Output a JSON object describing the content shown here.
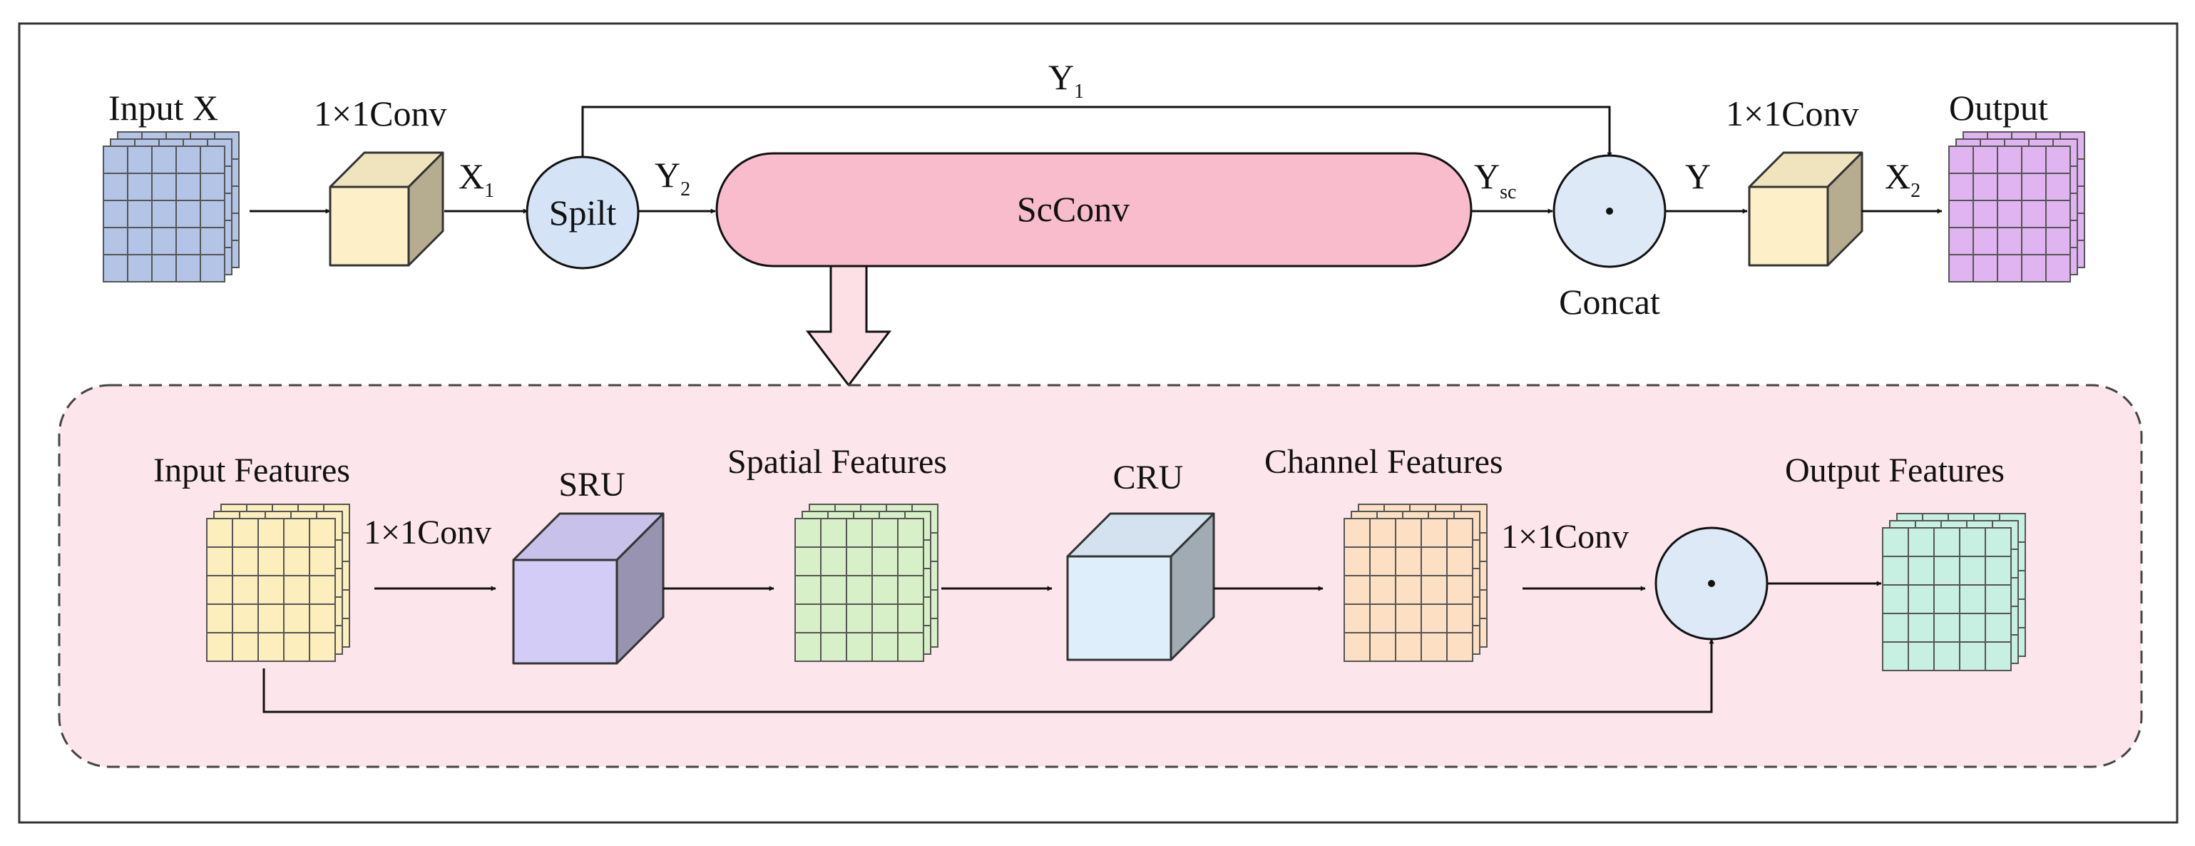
{
  "top": {
    "input_label": "Input X",
    "conv1_label": "1×1Conv",
    "x1_main": "X",
    "x1_sub": "1",
    "split_label": "Spilt",
    "y1_main": "Y",
    "y1_sub": "1",
    "y2_main": "Y",
    "y2_sub": "2",
    "scconv_label": "ScConv",
    "ysc_main": "Y",
    "ysc_sub": "sc",
    "concat_label": "Concat",
    "y_label": "Y",
    "conv2_label": "1×1Conv",
    "x2_main": "X",
    "x2_sub": "2",
    "output_label": "Output"
  },
  "detail": {
    "input_features_label": "Input Features",
    "conv_a_label": "1×1Conv",
    "sru_label": "SRU",
    "spatial_features_label": "Spatial Features",
    "cru_label": "CRU",
    "channel_features_label": "Channel Features",
    "conv_b_label": "1×1Conv",
    "output_features_label": "Output Features"
  },
  "colors": {
    "input_grid": "#b4c4e6",
    "output_grid": "#e0b4f0",
    "conv_cube": "#fdf0c8",
    "split_circle": "#d5e3f7",
    "scconv_pill": "#f9bccd",
    "concat_circle": "#dde9f7",
    "panel_bg": "#fde5ec",
    "in_feat_grid": "#fcefbd",
    "sru_cube": "#d2ccf6",
    "spatial_grid": "#d8f0c8",
    "cru_cube": "#deeefa",
    "channel_grid": "#fde0c4",
    "out_feat_grid": "#c8f0e2"
  }
}
